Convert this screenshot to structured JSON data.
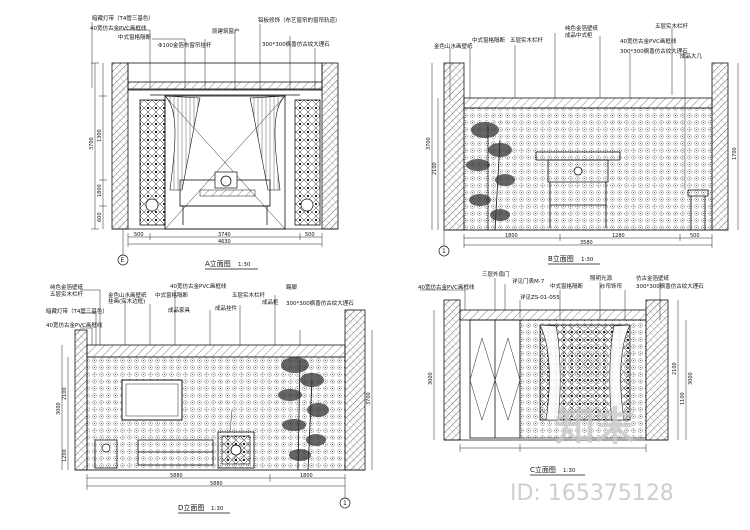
{
  "panelA": {
    "title": "A立面图",
    "scale": "1:30",
    "grid": "E",
    "labels": [
      "暗藏灯带（T4管三基色）",
      "40宽仿古金PVC画框线",
      "中式窗格隔断",
      "Φ100金箔布窗帘挂杆",
      "原建筑窗户",
      "铝板修饰（布艺窗帘的窗帘轨道）",
      "300*300枫香仿古纹大理石"
    ],
    "heights": [
      "3700",
      "1300",
      "1800",
      "600"
    ],
    "dims": [
      "500",
      "3740",
      "500",
      "4630"
    ]
  },
  "panelB": {
    "title": "B立面图",
    "scale": "1:30",
    "grid": "1",
    "labels": [
      "金色山水画壁纸",
      "中式窗格隔断",
      "五层实木栏杆",
      "纯色金箔壁纸",
      "成品中式柜",
      "40宽仿古金PVC画框线",
      "300*300枫香仿古纹大理石",
      "五层实木栏杆",
      "成品大几"
    ],
    "heights": [
      "3700",
      "2100",
      "1700"
    ],
    "dims": [
      "1800",
      "1280",
      "500",
      "3580"
    ]
  },
  "panelC": {
    "title": "C立面图",
    "scale": "1:30",
    "labels": [
      "三层外扇门",
      "详见门表M-7",
      "40宽仿古金PVC画框线",
      "详见ZS-01-055",
      "中式窗格隔断",
      "照明光源",
      "纱帘饰帘",
      "仿古金箔壁纸",
      "300*300枫香仿古纹大理石"
    ],
    "heights": [
      "3000",
      "2100",
      "1100",
      "3000"
    ]
  },
  "panelD": {
    "title": "D立面图",
    "scale": "1:30",
    "grid": "1",
    "labels": [
      "纯色金箔壁纸",
      "五层实木栏杆",
      "暗藏灯带（T4管三基色）",
      "40宽仿古金PVC画框线",
      "金色山水画壁纸",
      "挂画(实木边框)",
      "中式窗格隔断",
      "40宽仿古金PVC画框线",
      "成品家具",
      "成品挂件",
      "五层实木栏杆",
      "成品柜",
      "300*300枫香仿古纹大理石",
      "踢脚"
    ],
    "heights": [
      "3000",
      "2100",
      "1200",
      "3700"
    ],
    "dims": [
      "5880",
      "1800",
      "5880"
    ]
  },
  "watermark": {
    "brand": "知末",
    "id": "ID: 165375128"
  }
}
